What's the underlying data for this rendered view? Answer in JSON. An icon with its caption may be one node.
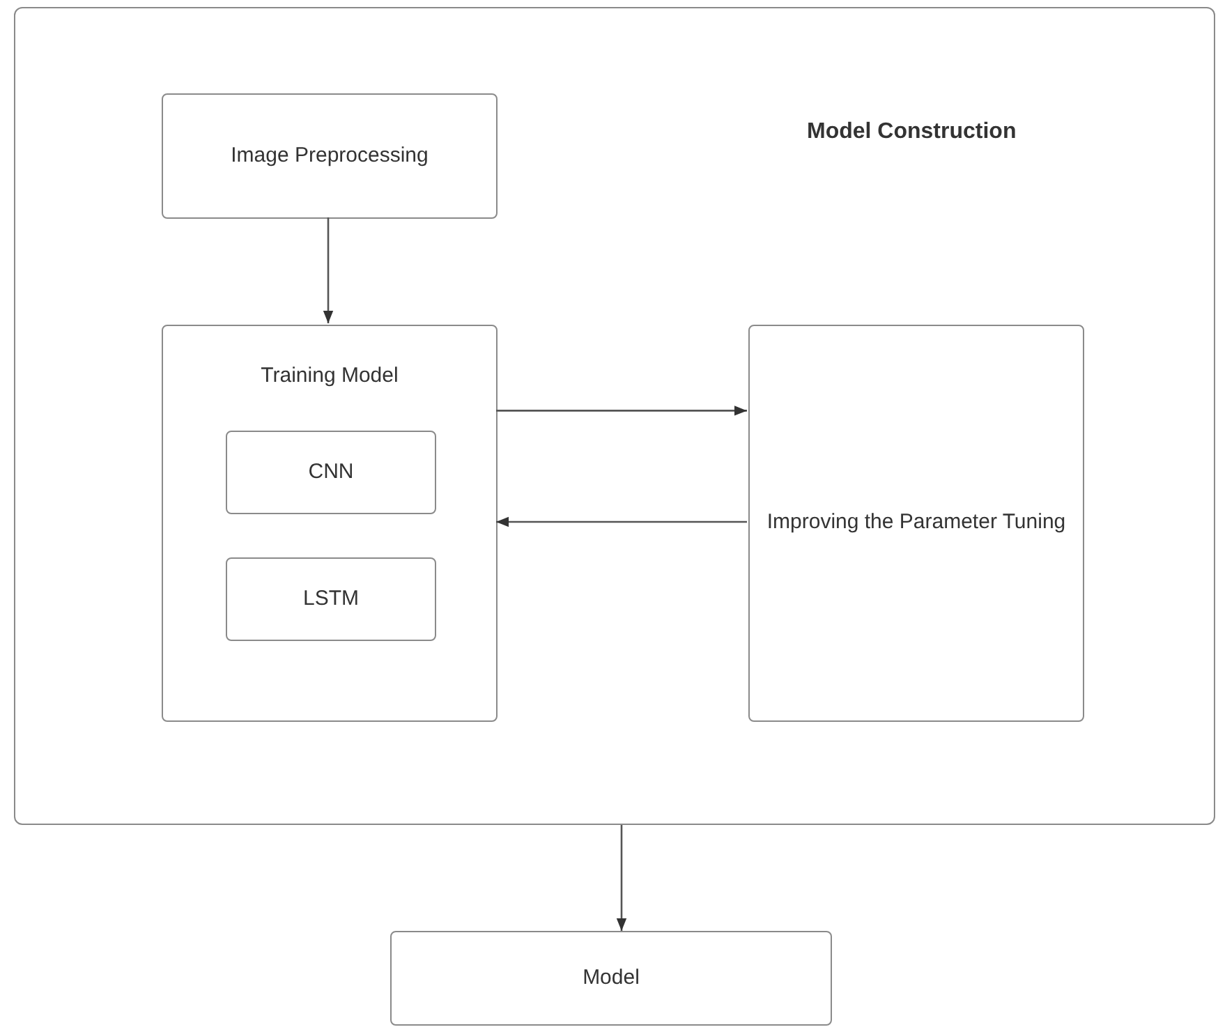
{
  "diagram": {
    "nodes": [
      {
        "text": [
          "Model Construction"
        ]
      },
      {
        "text": [
          "Image Preprocessing"
        ],
        "in": 0
      },
      {
        "text": [
          "Training Model"
        ],
        "in": 0
      },
      {
        "text": [
          "CNN"
        ],
        "in": 2
      },
      {
        "text": [
          "LSTM"
        ],
        "in": 2
      },
      {
        "text": [
          "Improving the Parameter Tuning"
        ],
        "in": 0
      },
      {
        "text": [
          "Model"
        ]
      }
    ],
    "edges": [
      {
        "from": 1,
        "to": 2,
        "arrow": "to"
      },
      {
        "from": 2,
        "to": 5,
        "arrow": "to"
      },
      {
        "from": 5,
        "to": 2,
        "arrow": "to"
      },
      {
        "from": 0,
        "to": 6,
        "arrow": "to"
      }
    ]
  }
}
